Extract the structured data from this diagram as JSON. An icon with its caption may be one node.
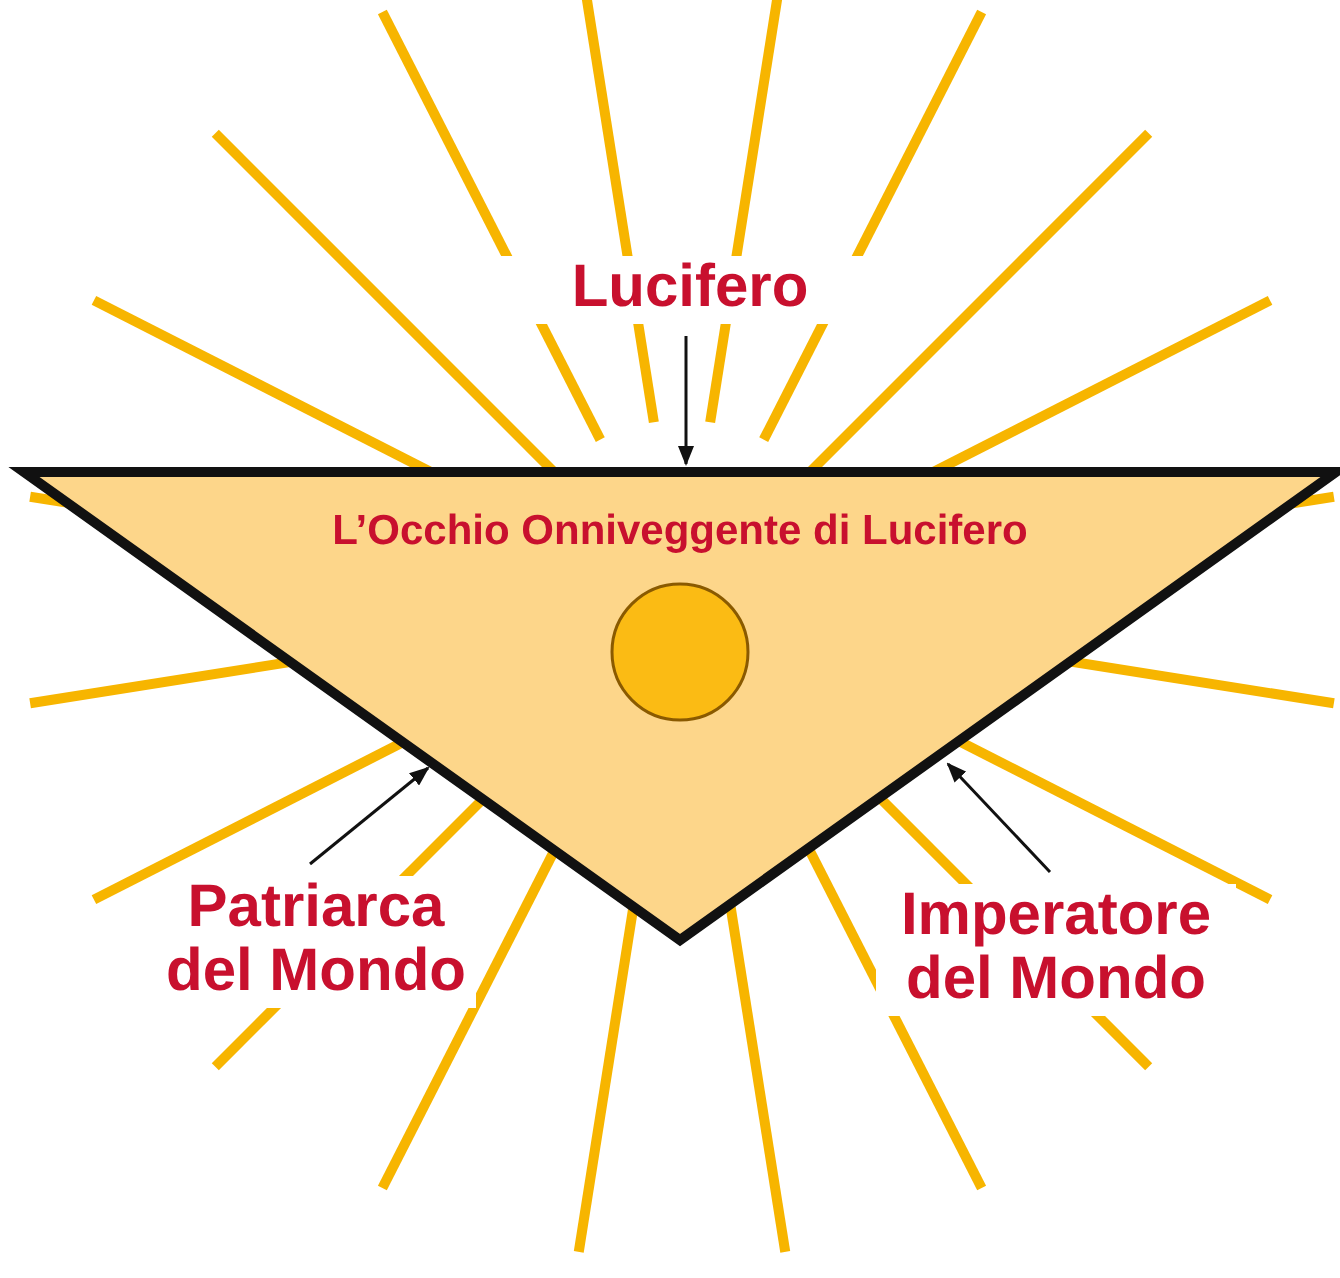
{
  "diagram": {
    "nodes": [
      {
        "text": [
          "L’Occhio Onniveggente di Lucifero"
        ]
      },
      {
        "text": [
          "Lucifero"
        ]
      },
      {
        "text": [
          "Patriarca del Mondo"
        ]
      },
      {
        "text": [
          "Imperatore del Mondo"
        ]
      }
    ],
    "edges": [
      {
        "from": 1,
        "to": 0,
        "arrow": "to"
      },
      {
        "from": 2,
        "to": 0,
        "arrow": "to"
      },
      {
        "from": 3,
        "to": 0,
        "arrow": "to"
      }
    ]
  }
}
